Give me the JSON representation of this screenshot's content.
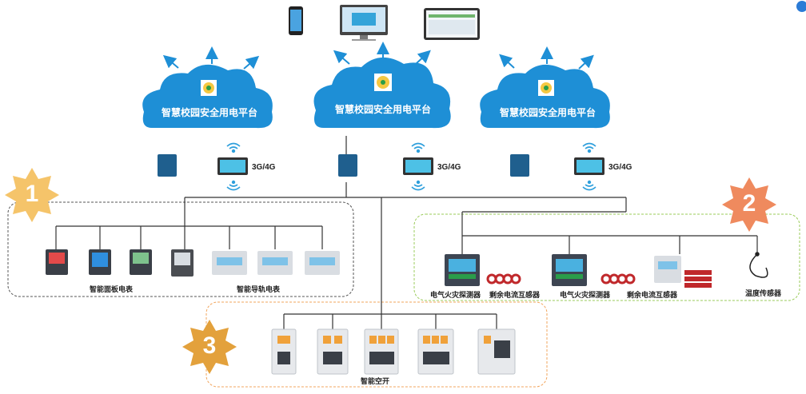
{
  "clouds": [
    {
      "label": "智慧校园安全用电平台"
    },
    {
      "label": "智慧校园安全用电平台"
    },
    {
      "label": "智慧校园安全用电平台"
    }
  ],
  "network_labels": [
    "3G/4G",
    "3G/4G",
    "3G/4G"
  ],
  "groups": {
    "group1": {
      "badge": "1",
      "badge_color": "#f5c46a",
      "labels": [
        "智能面板电表",
        "智能导轨电表"
      ]
    },
    "group2": {
      "badge": "2",
      "badge_color": "#ef8a5e",
      "labels": [
        "电气火灾探测器",
        "剩余电流互感器",
        "电气火灾探测器",
        "剩余电流互感器",
        "温度传感器"
      ]
    },
    "group3": {
      "badge": "3",
      "badge_color": "#e3a13c",
      "labels": [
        "智能空开"
      ]
    }
  },
  "colors": {
    "cloud": "#1e8fd6",
    "group1_border": "#555555",
    "group2_border": "#9acb5a",
    "group3_border": "#f2a55c",
    "line": "#333333",
    "arrow": "#1e8fd6"
  }
}
